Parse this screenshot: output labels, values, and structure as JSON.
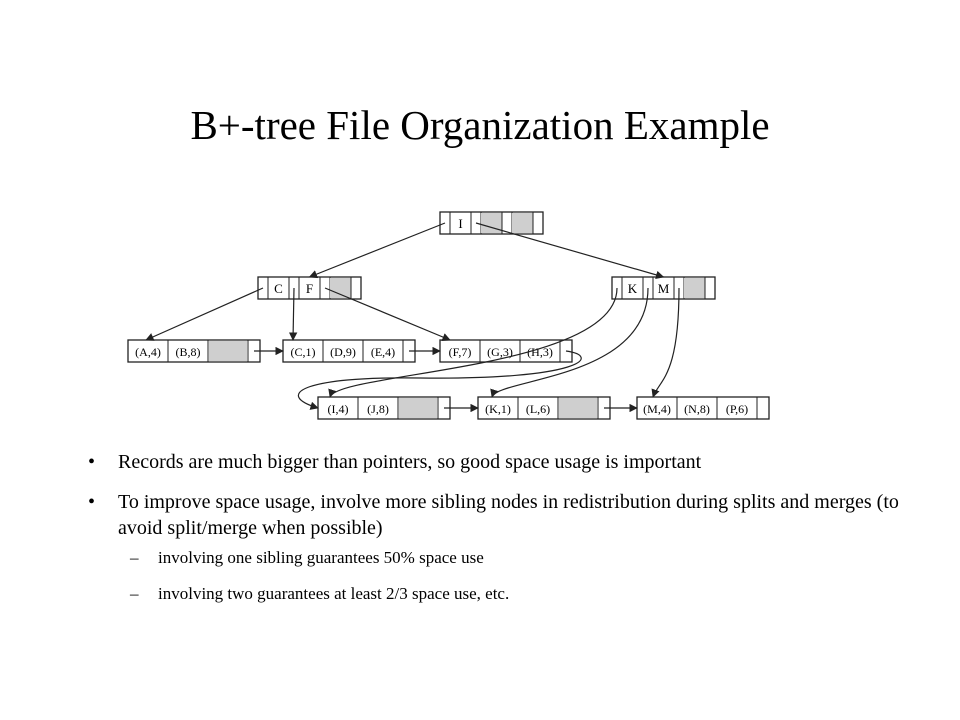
{
  "title": "B+-tree File Organization Example",
  "tree": {
    "root": {
      "keys": [
        "I"
      ]
    },
    "internal": [
      {
        "keys": [
          "C",
          "F"
        ]
      },
      {
        "keys": [
          "K",
          "M"
        ]
      }
    ],
    "leaves": [
      {
        "records": [
          "(A,4)",
          "(B,8)"
        ]
      },
      {
        "records": [
          "(C,1)",
          "(D,9)",
          "(E,4)"
        ]
      },
      {
        "records": [
          "(F,7)",
          "(G,3)",
          "(H,3)"
        ]
      },
      {
        "records": [
          "(I,4)",
          "(J,8)"
        ]
      },
      {
        "records": [
          "(K,1)",
          "(L,6)"
        ]
      },
      {
        "records": [
          "(M,4)",
          "(N,8)",
          "(P,6)"
        ]
      }
    ]
  },
  "bullets": [
    {
      "text": "Records are much bigger than pointers, so good space usage is important",
      "subitems": []
    },
    {
      "text": "To improve space usage, involve more sibling nodes in redistribution during splits and merges (to avoid split/merge when possible)",
      "subitems": [
        "involving one sibling guarantees 50% space use",
        "involving two guarantees at least 2/3 space use, etc."
      ]
    }
  ],
  "bullet_marker": "•",
  "sub_marker": "–"
}
